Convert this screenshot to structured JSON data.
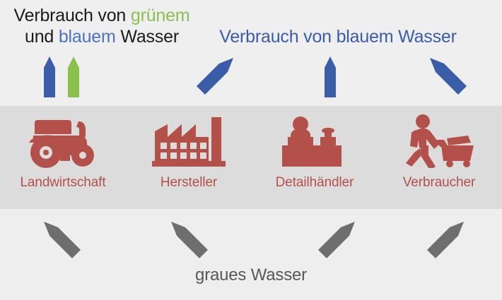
{
  "headings": {
    "left": {
      "line1_part1": "Verbrauch von ",
      "line1_green": "grünem",
      "line2_part1": "und ",
      "line2_blue": "blauem",
      "line2_part2": " Wasser"
    },
    "right": "Verbrauch von blauem Wasser",
    "bottom": "graues Wasser"
  },
  "nodes": [
    {
      "label": "Landwirtschaft",
      "icon": "tractor-icon"
    },
    {
      "label": "Hersteller",
      "icon": "factory-icon"
    },
    {
      "label": "Detailhändler",
      "icon": "retail-counter-icon"
    },
    {
      "label": "Verbraucher",
      "icon": "shopping-cart-person-icon"
    }
  ],
  "top_arrows": [
    {
      "name": "green-water-arrow-agriculture",
      "color": "#8cbf4d",
      "direction": "up"
    },
    {
      "name": "blue-water-arrow-agriculture",
      "color": "#3b5ca8",
      "direction": "up"
    },
    {
      "name": "blue-water-arrow-manufacturer",
      "color": "#3b5ca8",
      "direction": "up-right"
    },
    {
      "name": "blue-water-arrow-retailer",
      "color": "#3b5ca8",
      "direction": "up"
    },
    {
      "name": "blue-water-arrow-consumer",
      "color": "#3b5ca8",
      "direction": "up-left"
    }
  ],
  "bottom_arrows": [
    {
      "name": "grey-water-arrow-agriculture",
      "color": "#6e6e6e",
      "direction": "down-right"
    },
    {
      "name": "grey-water-arrow-manufacturer",
      "color": "#6e6e6e",
      "direction": "down-right"
    },
    {
      "name": "grey-water-arrow-retailer",
      "color": "#6e6e6e",
      "direction": "down-left"
    },
    {
      "name": "grey-water-arrow-consumer",
      "color": "#6e6e6e",
      "direction": "down-left"
    }
  ],
  "colors": {
    "green": "#8cbf4d",
    "blue": "#3b5ca8",
    "red": "#b4504a",
    "grey_arrow": "#6e6e6e",
    "band_mid": "#dcdcdc",
    "band_outer": "#eeeeee"
  }
}
